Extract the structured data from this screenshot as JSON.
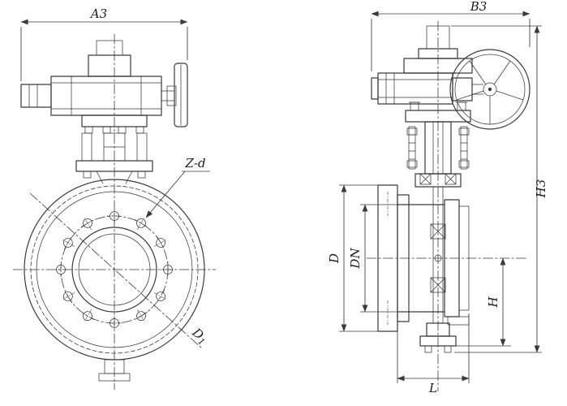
{
  "style": {
    "background": "#ffffff",
    "line_color": "#3a3a3a",
    "label_color": "#1c1c1c"
  },
  "front_view": {
    "dim_a3": "A3",
    "dim_zd": "Z-d",
    "dim_d1_base": "D",
    "dim_d1_sub": "1"
  },
  "side_view": {
    "dim_b3": "B3",
    "dim_h3": "H3",
    "dim_d": "D",
    "dim_dn": "DN",
    "dim_h": "H",
    "dim_l": "L"
  }
}
